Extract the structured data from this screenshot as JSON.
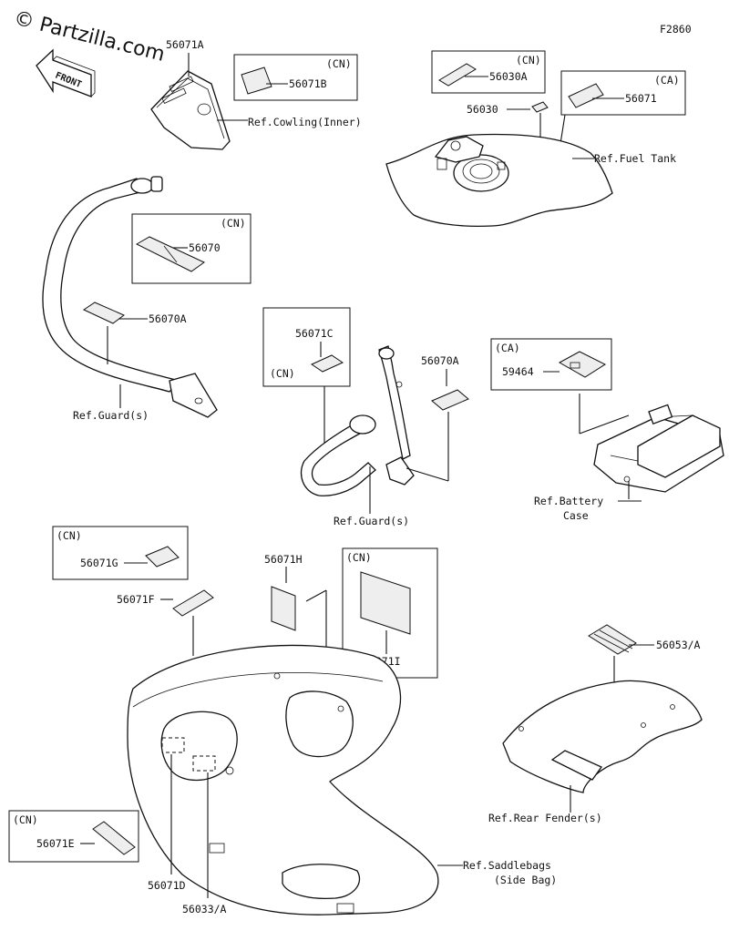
{
  "watermark": "© Partzilla.com",
  "figure_code": "F2860",
  "front_label": "FRONT",
  "labels": {
    "p56071A": "56071A",
    "p56071B": "56071B",
    "cn_box1": "(CN)",
    "ref_cowling": "Ref.Cowling(Inner)",
    "cn_box2": "(CN)",
    "p56030A": "56030A",
    "p56030": "56030",
    "ca_box1": "(CA)",
    "p56071": "56071",
    "ref_fuel_tank": "Ref.Fuel Tank",
    "cn_box3": "(CN)",
    "p56070": "56070",
    "p56070A_left": "56070A",
    "ref_guard_left": "Ref.Guard(s)",
    "p56071C": "56071C",
    "cn_box4": "(CN)",
    "p56070A_mid": "56070A",
    "ref_guard_mid": "Ref.Guard(s)",
    "ca_box2": "(CA)",
    "p59464": "59464",
    "ref_battery_1": "Ref.Battery",
    "ref_battery_2": "Case",
    "cn_box5": "(CN)",
    "p56071G": "56071G",
    "p56071F": "56071F",
    "p56071H": "56071H",
    "cn_box6": "(CN)",
    "p56071I": "56071I",
    "p56053A": "56053/A",
    "ref_rear_fender": "Ref.Rear Fender(s)",
    "cn_box7": "(CN)",
    "p56071E": "56071E",
    "p56071D": "56071D",
    "p56033A": "56033/A",
    "ref_saddlebags_1": "Ref.Saddlebags",
    "ref_saddlebags_2": "(Side Bag)"
  }
}
